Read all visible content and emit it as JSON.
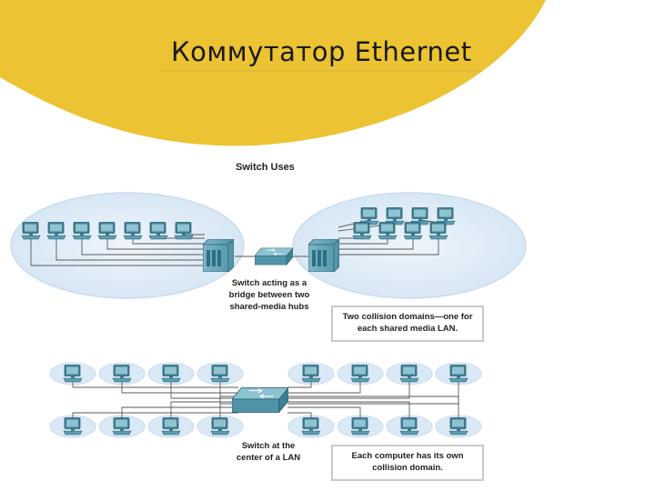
{
  "slide": {
    "title": "Коммутатор Ethernet",
    "accent_color": "#ecc332"
  },
  "diagram": {
    "title": "Switch Uses",
    "upper_caption": "Switch acting as a\nbridge between two\nshared-media hubs",
    "upper_callout": "Two collision domains—one for\neach shared media LAN.",
    "lower_caption": "Switch at the\ncenter of a LAN",
    "lower_callout": "Each computer has its own\ncollision domain.",
    "cloud_color": "#dbe9f6",
    "device_color": "#5fa6b9"
  }
}
